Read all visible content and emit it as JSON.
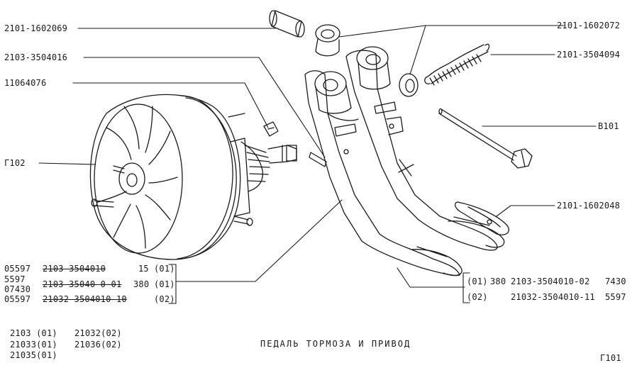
{
  "callouts": {
    "top_left_1": "2101-1602069",
    "top_left_2": "2103-3504016",
    "top_left_3": "11064076",
    "booster": "Г102",
    "top_right_1": "2101-1602072",
    "top_right_2": "2101-3504094",
    "bolt": "В101",
    "pad": "2101-1602048"
  },
  "left_table": {
    "rows": [
      {
        "code": "05597",
        "part": "2103-3504010",
        "qty": "15",
        "variant": "(01)"
      },
      {
        "code": "5597",
        "part": "",
        "qty": "",
        "variant": ""
      },
      {
        "code": "07430",
        "part": "2103-35040 0-01",
        "qty": "380",
        "variant": "(01)"
      },
      {
        "code": "05597",
        "part": "21032-3504010-10",
        "qty": "",
        "variant": "(02)"
      }
    ]
  },
  "right_table": {
    "rows": [
      {
        "variant": "(01)",
        "qty": "380",
        "part": "2103-3504010-02",
        "code": "7430"
      },
      {
        "variant": "(02)",
        "qty": "",
        "part": "21032-3504010-11",
        "code": "5597"
      }
    ]
  },
  "models": {
    "col1": [
      "2103 (01)",
      "21033(01)",
      "21035(01)"
    ],
    "col2": [
      "21032(02)",
      "21036(02)"
    ]
  },
  "title": "ПЕДАЛЬ ТОРМОЗА И ПРИВОД",
  "page_code": "Г101",
  "colors": {
    "ink": "#1a1a1a",
    "paper": "#ffffff"
  }
}
